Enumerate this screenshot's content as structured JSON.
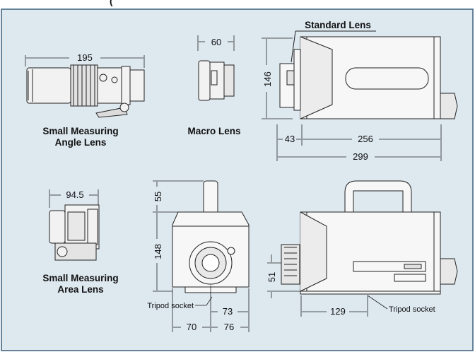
{
  "header": {
    "partial_title": "("
  },
  "colors": {
    "panel": "#dde8ef",
    "border": "#3b5f7f",
    "device": "#f7f7f7",
    "line": "#222222"
  },
  "lenses": {
    "small_angle": {
      "label_line1": "Small Measuring",
      "label_line2": "Angle Lens",
      "width": "195"
    },
    "macro": {
      "label": "Macro Lens",
      "width": "60"
    },
    "standard": {
      "label": "Standard Lens",
      "height": "146",
      "lens_depth": "43",
      "body_length": "256",
      "total_length": "299"
    },
    "small_area": {
      "label_line1": "Small Measuring",
      "label_line2": "Area Lens",
      "width": "94.5"
    }
  },
  "front_view": {
    "handle_height": "55",
    "body_height": "148",
    "socket_label": "Tripod socket",
    "socket_offset": "73",
    "half_left": "70",
    "half_right": "76"
  },
  "side_view": {
    "lens_height": "51",
    "socket_distance": "129",
    "socket_label": "Tripod socket"
  }
}
